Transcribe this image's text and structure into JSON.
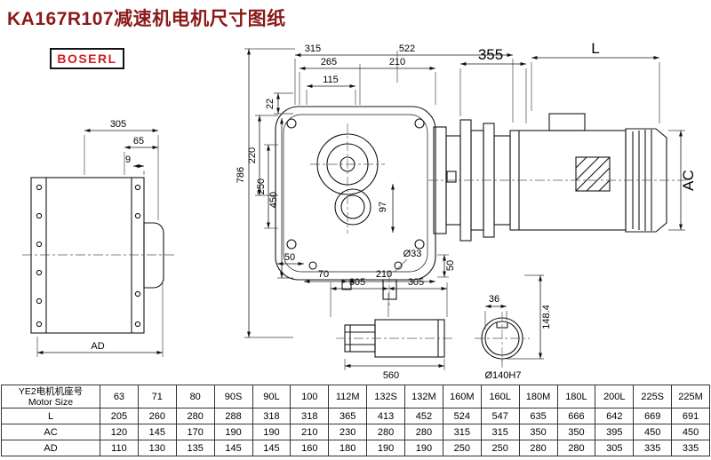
{
  "header": {
    "title": "KA167R107减速机电机尺寸图纸",
    "brand": "BOSERL"
  },
  "dims": {
    "side_305": "305",
    "side_65": "65",
    "side_9": "9",
    "side_AD": "AD",
    "front_315": "315",
    "front_522": "522",
    "front_265": "265",
    "front_210_top": "210",
    "front_115": "115",
    "front_22": "22",
    "front_220": "220",
    "front_250": "250",
    "front_450": "450",
    "front_786": "786",
    "front_97": "97",
    "front_50_left": "50",
    "front_70": "70",
    "front_210_bottom": "210",
    "front_d33": "Ø33",
    "front_50_right": "50",
    "motor_355": "355",
    "motor_L": "L",
    "motor_AC": "AC",
    "shaft_305_left": "305",
    "shaft_305_right": "305",
    "shaft_560": "560",
    "flange_36": "36",
    "flange_148_4": "148.4",
    "flange_d140": "Ø140H7"
  },
  "table": {
    "row_header_cn": "YE2电机机座号",
    "row_header_en": "Motor Size",
    "columns": [
      "63",
      "71",
      "80",
      "90S",
      "90L",
      "100",
      "112M",
      "132S",
      "132M",
      "160M",
      "160L",
      "180M",
      "180L",
      "200L",
      "225S",
      "225M"
    ],
    "rows": [
      {
        "label": "L",
        "values": [
          "205",
          "260",
          "280",
          "288",
          "318",
          "318",
          "365",
          "413",
          "452",
          "524",
          "547",
          "635",
          "666",
          "642",
          "669",
          "691"
        ]
      },
      {
        "label": "AC",
        "values": [
          "120",
          "145",
          "170",
          "190",
          "190",
          "210",
          "230",
          "280",
          "280",
          "315",
          "315",
          "350",
          "350",
          "395",
          "450",
          "450"
        ]
      },
      {
        "label": "AD",
        "values": [
          "110",
          "130",
          "135",
          "145",
          "145",
          "160",
          "180",
          "190",
          "190",
          "250",
          "250",
          "280",
          "280",
          "305",
          "335",
          "335"
        ]
      }
    ]
  }
}
